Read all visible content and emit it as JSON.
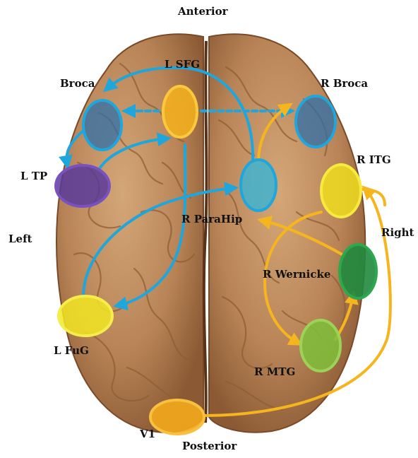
{
  "orientation": {
    "anterior": "Anterior",
    "posterior": "Posterior",
    "left": "Left",
    "right": "Right"
  },
  "regions": {
    "broca": "Broca",
    "l_sfg": "L SFG",
    "r_broca": "R Broca",
    "l_tp": "L TP",
    "r_itg": "R ITG",
    "r_parahip": "R ParaHip",
    "r_wernicke": "R Wernicke",
    "l_fug": "L FuG",
    "r_mtg": "R MTG",
    "v1": "V1"
  },
  "colors": {
    "left_pathway": "#1fa6dc",
    "right_pathway": "#f5b51e",
    "broca_node": "#2f6fa8",
    "l_sfg_node": "#f6b21c",
    "r_broca_node": "#2f6fa8",
    "l_tp_node": "#5a3a9a",
    "r_itg_node": "#f3e21a",
    "r_parahip_node": "#3fb3cf",
    "r_wernicke_node": "#1f8a3e",
    "l_fug_node": "#f2e623",
    "r_mtg_node": "#7fbf3a",
    "v1_node": "#f4a91c"
  }
}
